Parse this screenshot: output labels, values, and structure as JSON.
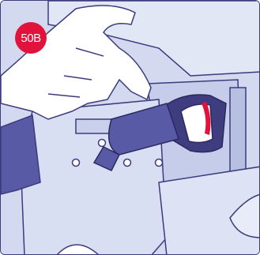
{
  "step": {
    "label": "50B"
  },
  "colors": {
    "outline": "#3d3a7e",
    "panel": "#d3daf0",
    "panel_light": "#e6eaf7",
    "belt": "#595aa6",
    "latch": "#3f3c7f",
    "accent": "#e1133d",
    "skin": "#ffffff"
  },
  "illustration": {
    "parts": [
      "hand",
      "belt-tongue",
      "buckle-latch",
      "red-release-indicator",
      "seat-shell",
      "seat-bolts",
      "armrest",
      "cushion"
    ]
  }
}
